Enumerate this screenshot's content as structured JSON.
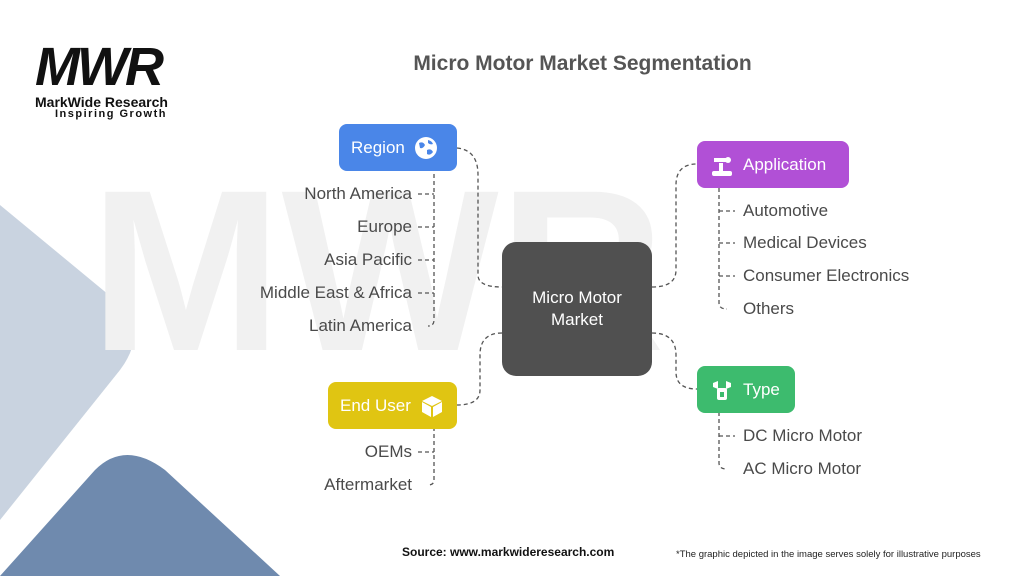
{
  "brand": {
    "logo_letters": "MWR",
    "name": "MarkWide Research",
    "tagline": "Inspiring Growth"
  },
  "title": "Micro Motor Market Segmentation",
  "center": {
    "line1": "Micro Motor",
    "line2": "Market"
  },
  "branches": {
    "region": {
      "label": "Region",
      "color": "#4a86e8",
      "icon": "globe-icon",
      "items": [
        "North America",
        "Europe",
        "Asia Pacific",
        "Middle East & Africa",
        "Latin America"
      ]
    },
    "end_user": {
      "label": "End User",
      "color": "#e0c512",
      "icon": "box-icon",
      "items": [
        "OEMs",
        "Aftermarket"
      ]
    },
    "application": {
      "label": "Application",
      "color": "#b150d6",
      "icon": "robot-arm-icon",
      "items": [
        "Automotive",
        "Medical Devices",
        "Consumer Electronics",
        "Others"
      ]
    },
    "type": {
      "label": "Type",
      "color": "#3dbb6e",
      "icon": "motor-icon",
      "items": [
        "DC Micro Motor",
        "AC Micro Motor"
      ]
    }
  },
  "footer": {
    "source": "Source: www.markwideresearch.com",
    "disclaimer": "*The graphic depicted in the image serves solely for illustrative purposes"
  }
}
